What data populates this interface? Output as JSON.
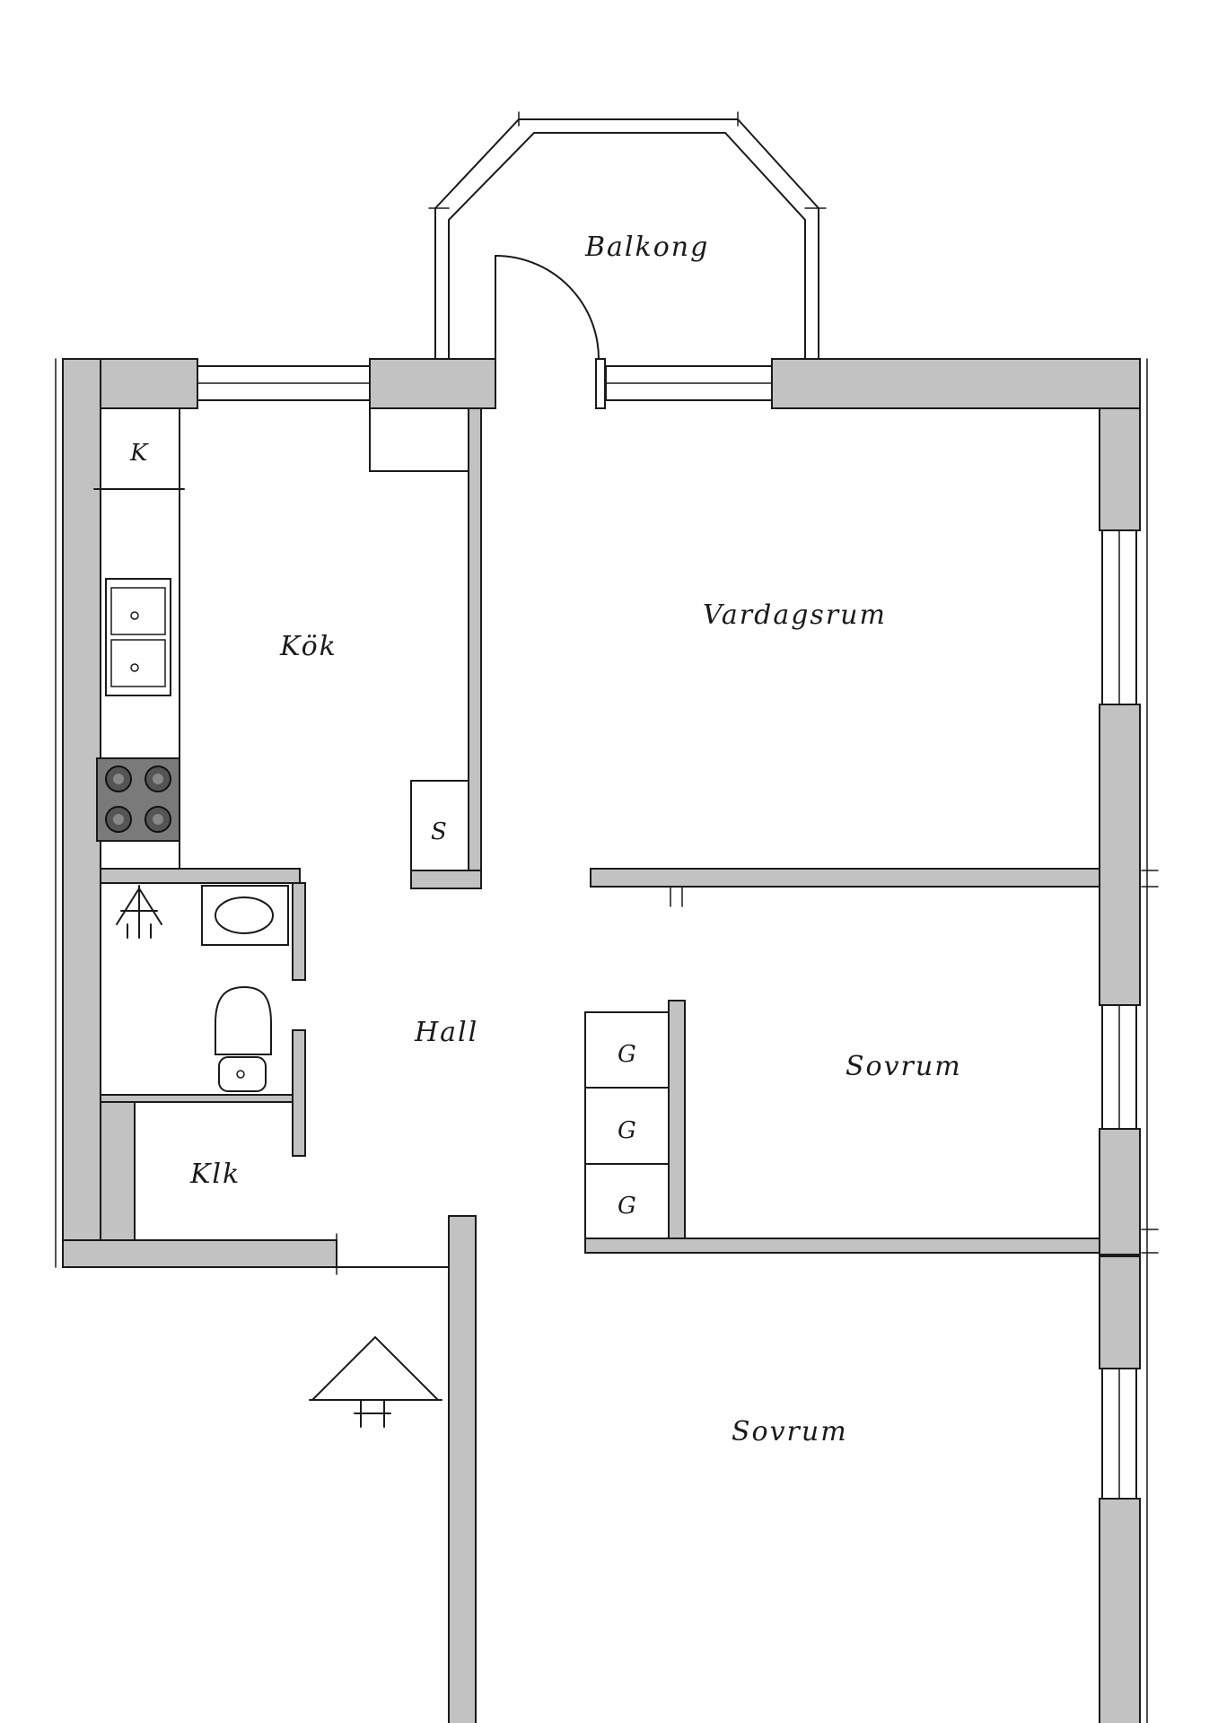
{
  "rooms": {
    "balkong": "Balkong",
    "vardagsrum": "Vardagsrum",
    "kok": "Kök",
    "hall": "Hall",
    "sovrum_1": "Sovrum",
    "sovrum_2": "Sovrum",
    "klk": "Klk"
  },
  "fixtures": {
    "k": "K",
    "s": "S",
    "g1": "G",
    "g2": "G",
    "g3": "G"
  },
  "colors": {
    "wall": "#c2c2c2",
    "stove": "#7a7a7a",
    "line": "#1a1a1a"
  }
}
